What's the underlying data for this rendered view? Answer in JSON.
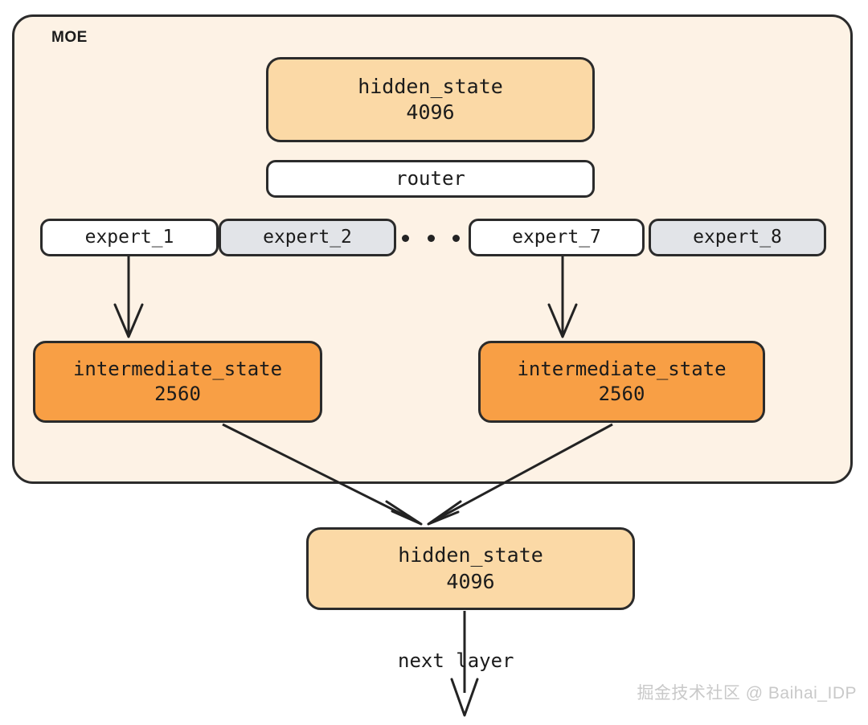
{
  "diagram": {
    "title": "MOE",
    "container_label": "MOE",
    "colors": {
      "container_fill": "#fdf2e5",
      "stroke": "#2b2b2b",
      "hidden_state_fill": "#fbd9a6",
      "intermediate_fill": "#f89f45",
      "expert_active_fill": "#ffffff",
      "expert_inactive_fill": "#e2e4e8",
      "page_background": "#ffffff",
      "watermark": "#c9c9c9"
    },
    "nodes": {
      "hidden_state_top": {
        "name": "hidden_state",
        "size": "4096"
      },
      "router": {
        "label": "router"
      },
      "experts": [
        {
          "label": "expert_1",
          "state": "active"
        },
        {
          "label": "expert_2",
          "state": "inactive"
        },
        {
          "label": "expert_7",
          "state": "active"
        },
        {
          "label": "expert_8",
          "state": "inactive"
        }
      ],
      "ellipsis": "• • •",
      "intermediate_left": {
        "name": "intermediate_state",
        "size": "2560"
      },
      "intermediate_right": {
        "name": "intermediate_state",
        "size": "2560"
      },
      "hidden_state_bottom": {
        "name": "hidden_state",
        "size": "4096"
      }
    },
    "edges": {
      "next_layer_label": "next layer"
    },
    "watermark": "掘金技术社区 @ Baihai_IDP"
  }
}
